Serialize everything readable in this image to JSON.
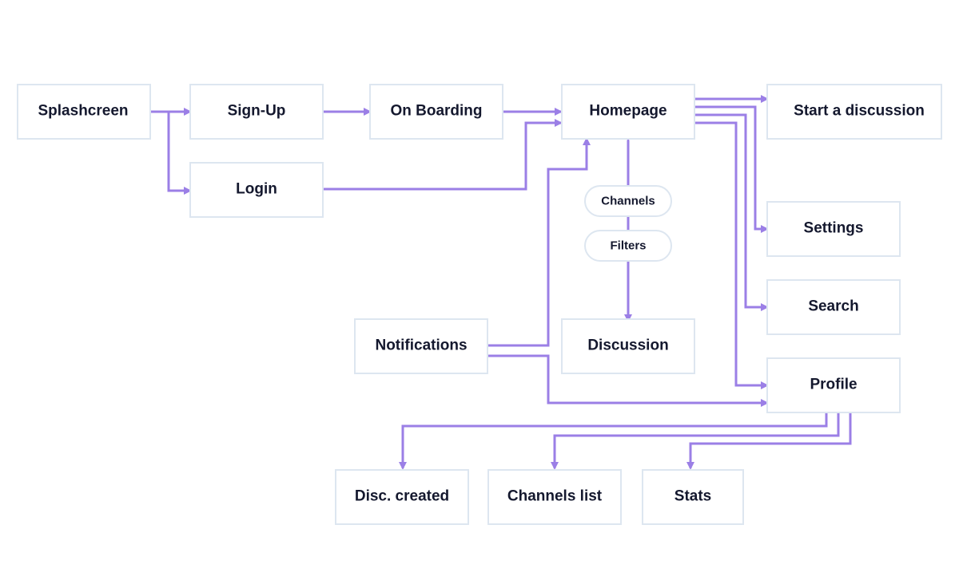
{
  "colors": {
    "connector": "#9b7fe6",
    "box_border": "#dde6f0",
    "text": "#14182e",
    "background": "#ffffff"
  },
  "nodes": {
    "splashscreen": "Splashcreen",
    "signup": "Sign-Up",
    "login": "Login",
    "onboarding": "On Boarding",
    "homepage": "Homepage",
    "start_discussion": "Start a discussion",
    "settings": "Settings",
    "search": "Search",
    "profile": "Profile",
    "notifications": "Notifications",
    "discussion": "Discussion",
    "disc_created": "Disc. created",
    "channels_list": "Channels list",
    "stats": "Stats"
  },
  "pills": {
    "channels": "Channels",
    "filters": "Filters"
  }
}
